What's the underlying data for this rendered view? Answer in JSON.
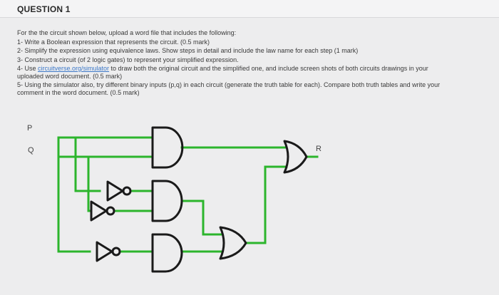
{
  "question": {
    "title": "QUESTION 1",
    "intro": "For the the circuit shown below, upload a word file that includes the following:",
    "items": [
      {
        "line1": "1- Write a Boolean expression that represents the circuit. (0.5 mark)"
      },
      {
        "line1": "2- Simplify the expression using equivalence laws. Show steps in detail and include the law name for each step (1 mark)"
      },
      {
        "line1": "3- Construct a circuit (of 2 logic gates) to represent your simplified expression."
      },
      {
        "line1_pre": "4- Use ",
        "link": "circuitverse.org/simulator",
        "line1_post": " to draw both the original circuit and the simplified one, and include screen shots of both circuits drawings in your",
        "line2": "uploaded word document. (0.5 mark)"
      },
      {
        "line1": "5- Using the simulator also, try different binary inputs (p,q) in each circuit (generate the truth table for each). Compare both truth tables and write your",
        "line2": "comment in the word document. (0.5 mark)"
      }
    ]
  },
  "circuit": {
    "input_p": "P",
    "input_q": "Q",
    "output_r": "R",
    "wire_color": "#2cb52c",
    "gate_color": "#1a1a1a"
  }
}
